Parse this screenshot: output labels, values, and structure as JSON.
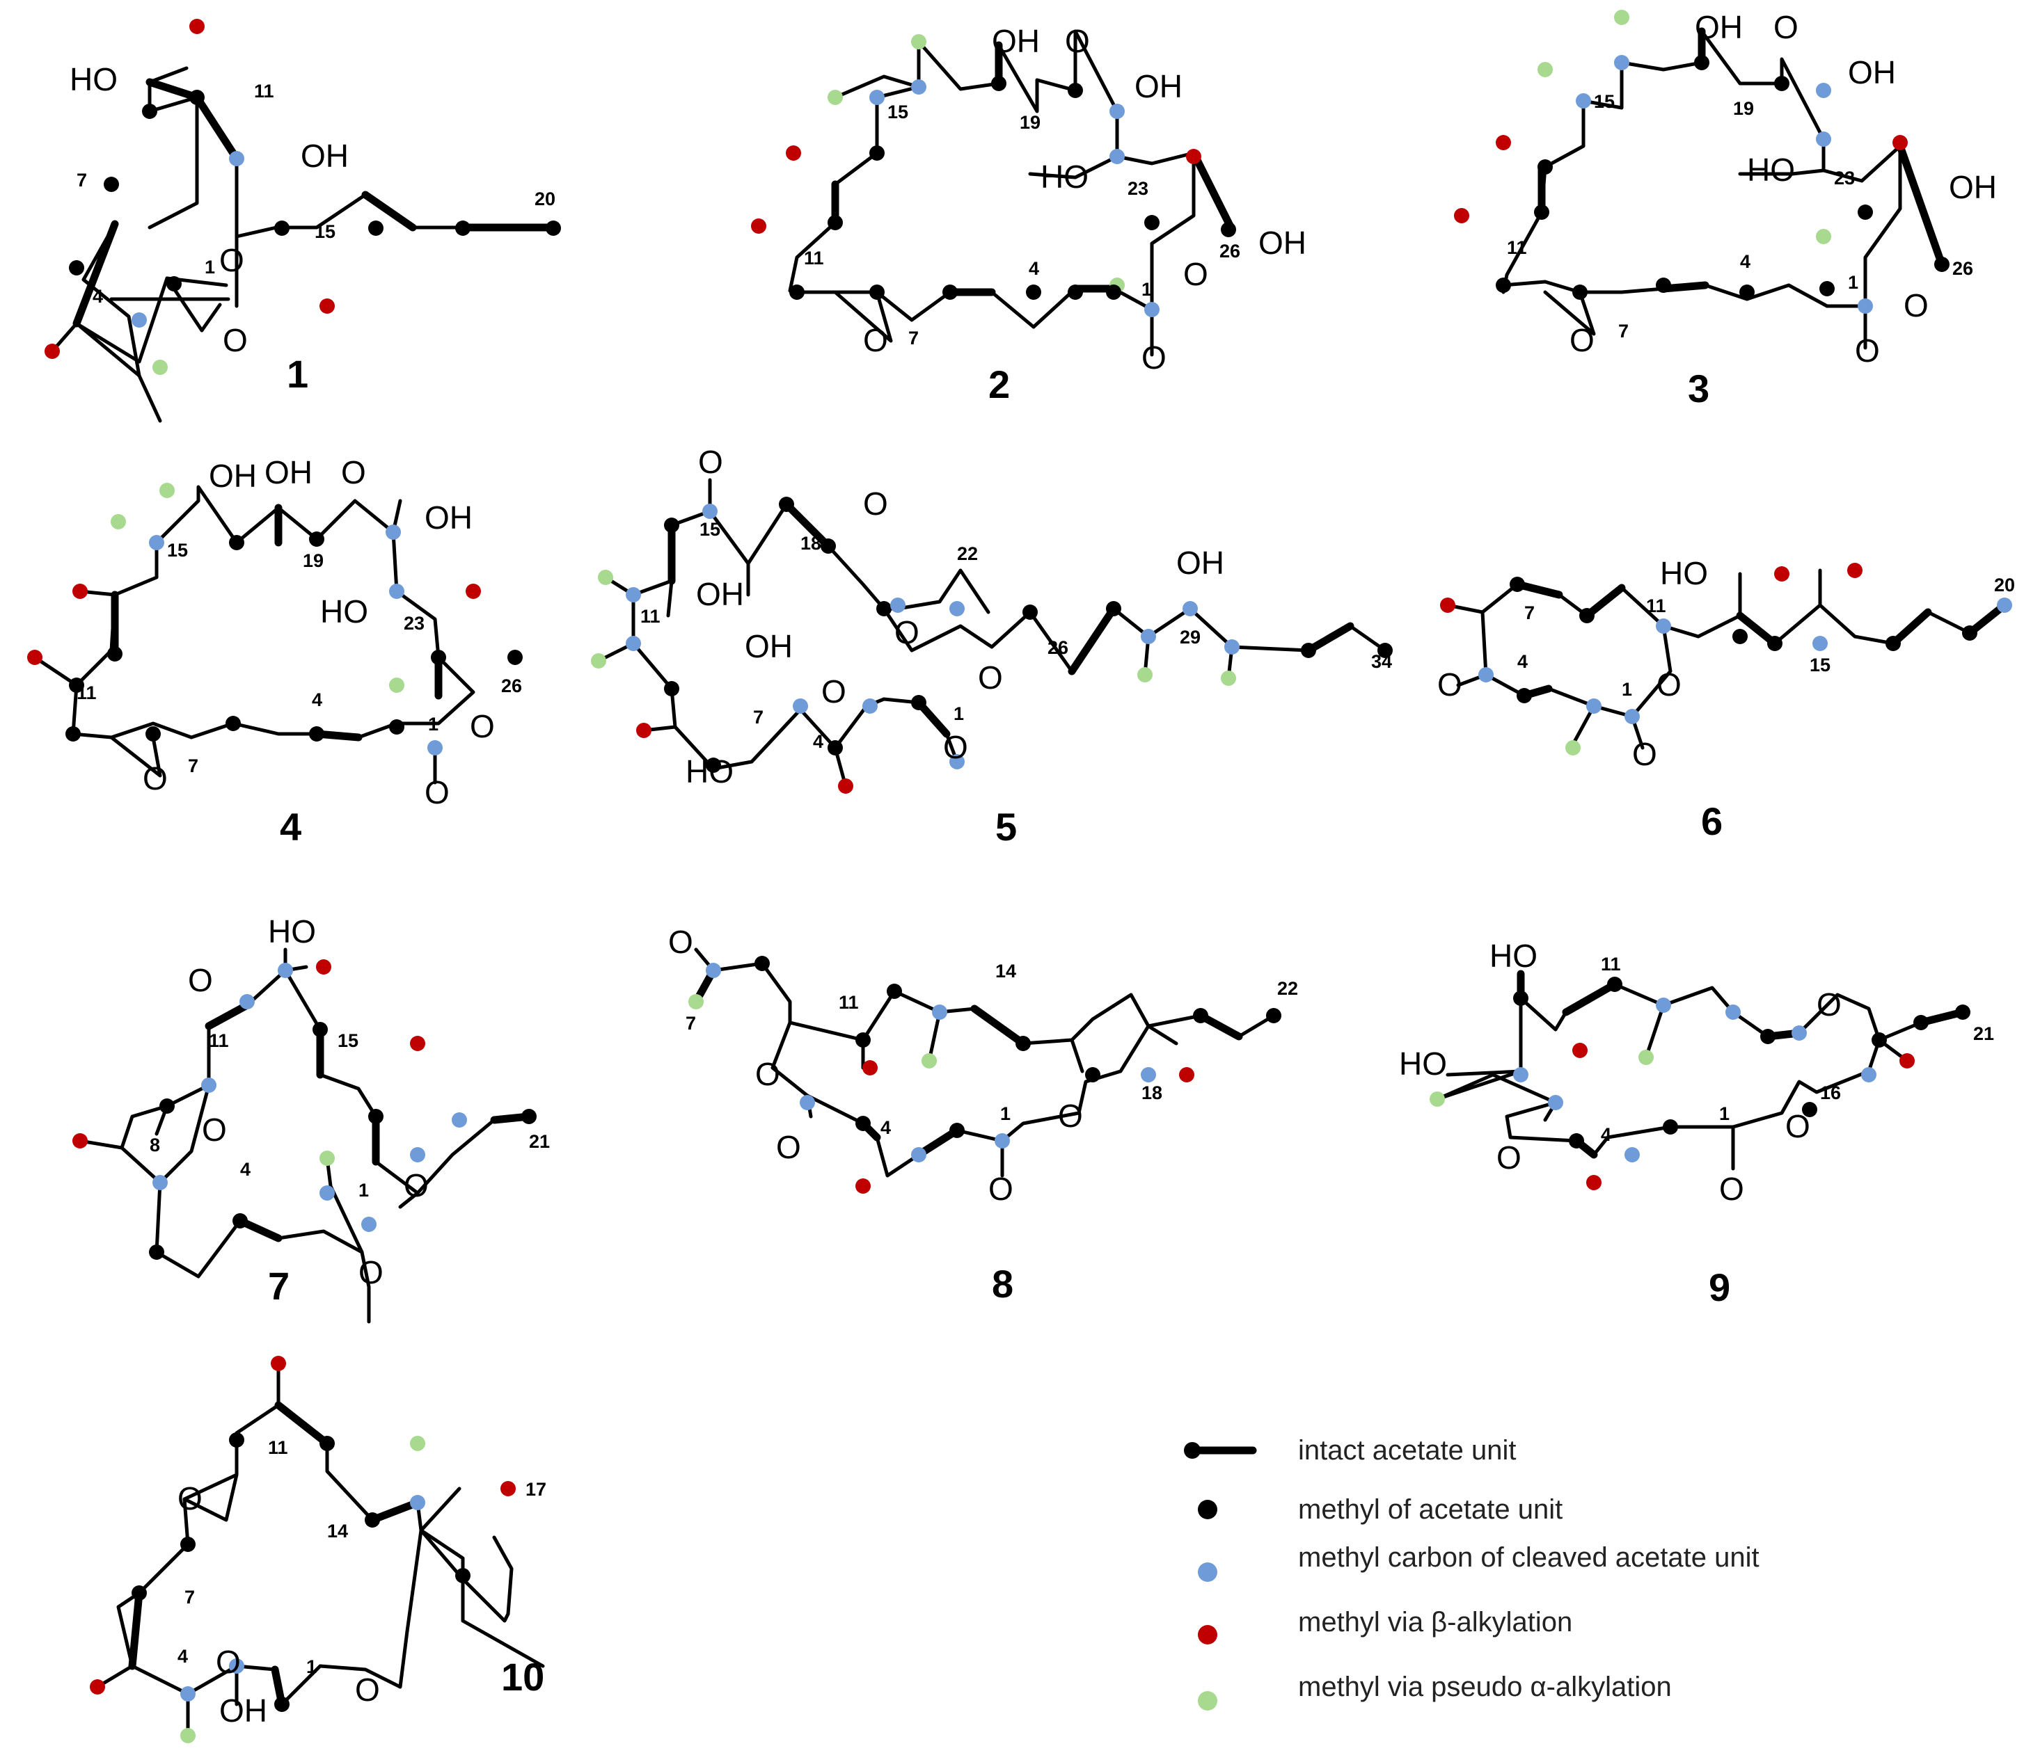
{
  "colors": {
    "acetate": "#000000",
    "cleaved": "#6f9bd8",
    "beta": "#c00000",
    "pseudo_alpha": "#a7d98e"
  },
  "compounds": [
    {
      "id": "1",
      "atoms": {
        "ho_a": "HO",
        "oh_a": "OH",
        "o_a": "O",
        "o_b": "O"
      },
      "numbers": {
        "n1": "1",
        "n4": "4",
        "n7": "7",
        "n11": "11",
        "n15": "15",
        "n20": "20"
      }
    },
    {
      "id": "2",
      "atoms": {
        "oh_a": "OH",
        "o_a": "O",
        "oh_b": "OH",
        "ho_a": "HO",
        "oh_c": "OH",
        "o_b": "O",
        "o_c": "O",
        "o_d": "O"
      },
      "numbers": {
        "n1": "1",
        "n4": "4",
        "n7": "7",
        "n11": "11",
        "n15": "15",
        "n19": "19",
        "n23": "23",
        "n26": "26"
      }
    },
    {
      "id": "3",
      "atoms": {
        "oh_a": "OH",
        "o_a": "O",
        "oh_b": "OH",
        "ho_a": "HO",
        "oh_c": "OH",
        "o_b": "O",
        "o_c": "O",
        "o_d": "O"
      },
      "numbers": {
        "n1": "1",
        "n4": "4",
        "n7": "7",
        "n11": "11",
        "n15": "15",
        "n19": "19",
        "n23": "23",
        "n26": "26"
      }
    },
    {
      "id": "4",
      "atoms": {
        "oh_a": "OH",
        "oh_b": "OH",
        "o_a": "O",
        "oh_c": "OH",
        "ho_a": "HO",
        "o_b": "O",
        "o_c": "O",
        "o_d": "O"
      },
      "numbers": {
        "n1": "1",
        "n4": "4",
        "n7": "7",
        "n11": "11",
        "n15": "15",
        "n19": "19",
        "n23": "23",
        "n26": "26"
      }
    },
    {
      "id": "5",
      "atoms": {
        "o_a": "O",
        "o_b": "O",
        "oh_a": "OH",
        "oh_b": "OH",
        "o_c": "O",
        "oh_c": "OH",
        "ho_a": "HO",
        "o_d": "O",
        "o_e": "O",
        "o_f": "O"
      },
      "numbers": {
        "n1": "1",
        "n4": "4",
        "n7": "7",
        "n11": "11",
        "n15": "15",
        "n18": "18",
        "n22": "22",
        "n26": "26",
        "n29": "29",
        "n34": "34"
      }
    },
    {
      "id": "6",
      "atoms": {
        "ho_a": "HO",
        "o_a": "O",
        "o_b": "O",
        "o_c": "O"
      },
      "numbers": {
        "n1": "1",
        "n4": "4",
        "n7": "7",
        "n11": "11",
        "n15": "15",
        "n20": "20"
      }
    },
    {
      "id": "7",
      "atoms": {
        "ho_a": "HO",
        "o_a": "O",
        "o_b": "O",
        "o_c": "O",
        "o_d": "O"
      },
      "numbers": {
        "n1": "1",
        "n4": "4",
        "n8": "8",
        "n11": "11",
        "n15": "15",
        "n21": "21"
      }
    },
    {
      "id": "8",
      "atoms": {
        "o_a": "O",
        "o_b": "O",
        "o_c": "O",
        "o_d": "O",
        "o_e": "O"
      },
      "numbers": {
        "n1": "1",
        "n4": "4",
        "n7": "7",
        "n11": "11",
        "n14": "14",
        "n18": "18",
        "n22": "22"
      }
    },
    {
      "id": "9",
      "atoms": {
        "ho_a": "HO",
        "ho_b": "HO",
        "o_a": "O",
        "o_b": "O",
        "o_c": "O",
        "o_d": "O"
      },
      "numbers": {
        "n1": "1",
        "n4": "4",
        "n11": "11",
        "n16": "16",
        "n21": "21"
      }
    },
    {
      "id": "10",
      "atoms": {
        "o_a": "O",
        "o_b": "O",
        "oh_a": "OH",
        "o_c": "O"
      },
      "numbers": {
        "n1": "1",
        "n4": "4",
        "n7": "7",
        "n11": "11",
        "n14": "14",
        "n17": "17"
      }
    }
  ],
  "legend": [
    {
      "key": "acetate",
      "label": "intact acetate unit"
    },
    {
      "key": "acetate",
      "label": "methyl of acetate unit"
    },
    {
      "key": "cleaved",
      "label": "methyl carbon of cleaved acetate unit"
    },
    {
      "key": "beta",
      "label": "methyl via β-alkylation"
    },
    {
      "key": "pseudo_alpha",
      "label": "methyl via pseudo α-alkylation"
    }
  ]
}
